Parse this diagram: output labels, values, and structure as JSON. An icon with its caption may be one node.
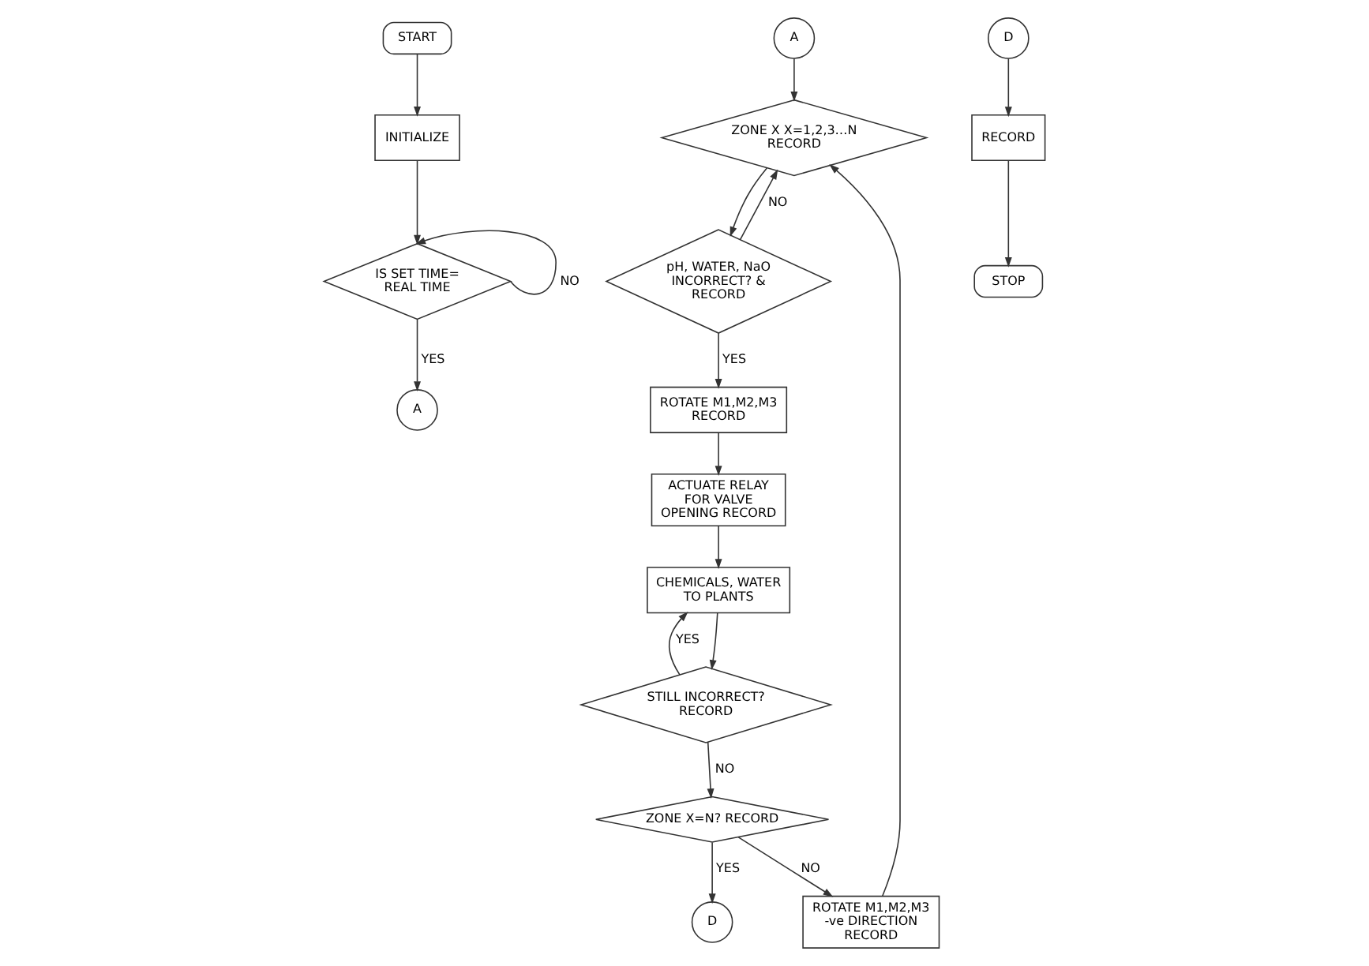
{
  "diagram": {
    "nodes": [
      {
        "text": [
          "START"
        ]
      },
      {
        "text": [
          "INITIALIZE"
        ]
      },
      {
        "text": [
          "IS SET TIME= REAL TIME"
        ]
      },
      {
        "text": [
          "A"
        ]
      },
      {
        "text": [
          "A"
        ]
      },
      {
        "text": [
          "ZONE X X=1,2,3…N RECORD"
        ]
      },
      {
        "text": [
          "pH, WATER, NaO INCORRECT? & RECORD"
        ]
      },
      {
        "text": [
          "ROTATE M1,M2,M3 RECORD"
        ]
      },
      {
        "text": [
          "ACTUATE RELAY FOR VALVE OPENING RECORD"
        ]
      },
      {
        "text": [
          "STILL INCORRECT? RECORD"
        ]
      },
      {
        "text": [
          "CHEMICALS, WATER TO PLANTS"
        ]
      },
      {
        "text": [
          "ROTATE M1,M2,M3 -ve DIRECTION RECORD"
        ]
      },
      {
        "text": [
          "ZONE X=N? RECORD"
        ]
      },
      {
        "text": [
          "D"
        ]
      },
      {
        "text": [
          "D"
        ]
      },
      {
        "text": [
          "RECORD"
        ]
      },
      {
        "text": [
          "STOP"
        ]
      }
    ],
    "edges": [
      {
        "from": 0,
        "to": 1,
        "arrow": "to"
      },
      {
        "from": 1,
        "to": 2,
        "arrow": "to"
      },
      {
        "from": 2,
        "to": 2,
        "arrow": "to",
        "label": "NO"
      },
      {
        "from": 2,
        "to": 3,
        "arrow": "to",
        "label": "YES"
      },
      {
        "from": 4,
        "to": 5,
        "arrow": "to"
      },
      {
        "from": 5,
        "to": 6,
        "arrow": "to"
      },
      {
        "from": 6,
        "to": 5,
        "arrow": "to",
        "label": "NO"
      },
      {
        "from": 6,
        "to": 7,
        "arrow": "to",
        "label": "YES"
      },
      {
        "from": 7,
        "to": 8,
        "arrow": "to"
      },
      {
        "from": 8,
        "to": 10,
        "arrow": "to"
      },
      {
        "from": 10,
        "to": 9,
        "arrow": "to"
      },
      {
        "from": 9,
        "to": 10,
        "arrow": "to",
        "label": "YES"
      },
      {
        "from": 9,
        "to": 12,
        "arrow": "to",
        "label": "NO"
      },
      {
        "from": 12,
        "to": 11,
        "arrow": "to",
        "label": "NO"
      },
      {
        "from": 11,
        "to": 5,
        "arrow": "to"
      },
      {
        "from": 12,
        "to": 13,
        "arrow": "to",
        "label": "YES"
      },
      {
        "from": 14,
        "to": 15,
        "arrow": "to"
      },
      {
        "from": 15,
        "to": 16,
        "arrow": "to"
      }
    ]
  }
}
